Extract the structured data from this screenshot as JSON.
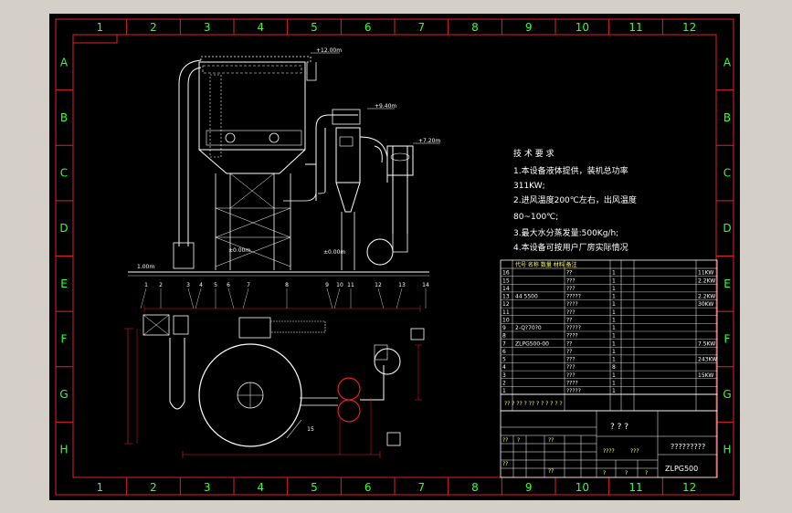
{
  "grid": {
    "columns": [
      "1",
      "2",
      "3",
      "4",
      "5",
      "6",
      "7",
      "8",
      "9",
      "10",
      "11",
      "12"
    ],
    "rows": [
      "A",
      "B",
      "C",
      "D",
      "E",
      "F",
      "G",
      "H"
    ]
  },
  "elevations": {
    "top": "+12.00m",
    "mid": "+9.40m",
    "right": "+7.20m",
    "ground": "±0.00m",
    "ground_left": "±0.00m",
    "base": "1.00m"
  },
  "callouts": [
    "1",
    "2",
    "3",
    "4",
    "5",
    "6",
    "7",
    "8",
    "9",
    "10",
    "11",
    "12",
    "13",
    "14",
    "15"
  ],
  "tech": {
    "title": "技 术 要 求",
    "lines": [
      "1.本设备液体提供，装机总功率",
      "311KW;",
      "2.进风温度200℃左右，出风温度",
      "80~100℃;",
      "3.最大水分蒸发量:500Kg/h;",
      "4.本设备可按用户厂房实际情况"
    ]
  },
  "bom": {
    "header": "代号  名称  数量  材料  备注",
    "rows": [
      {
        "no": "16",
        "code": "",
        "name": "??",
        "qty": "1",
        "power": "11KW"
      },
      {
        "no": "15",
        "code": "",
        "name": "???",
        "qty": "1",
        "power": "2.2KW"
      },
      {
        "no": "14",
        "code": "",
        "name": "???",
        "qty": "1",
        "power": ""
      },
      {
        "no": "13",
        "code": "44 5500",
        "name": "?????",
        "qty": "1",
        "power": "2.2KW"
      },
      {
        "no": "12",
        "code": "",
        "name": "????",
        "qty": "1",
        "power": "30KW"
      },
      {
        "no": "11",
        "code": "",
        "name": "???",
        "qty": "1",
        "power": ""
      },
      {
        "no": "10",
        "code": "",
        "name": "??",
        "qty": "1",
        "power": ""
      },
      {
        "no": "9",
        "code": "2-Q?70?0",
        "name": "?????",
        "qty": "1",
        "power": ""
      },
      {
        "no": "8",
        "code": "",
        "name": "????",
        "qty": "1",
        "power": ""
      },
      {
        "no": "7",
        "code": "ZLPG500-00",
        "name": "??",
        "qty": "1",
        "power": "7.5KW"
      },
      {
        "no": "6",
        "code": "",
        "name": "??",
        "qty": "1",
        "power": ""
      },
      {
        "no": "5",
        "code": "",
        "name": "???",
        "qty": "1",
        "power": "243KW"
      },
      {
        "no": "4",
        "code": "",
        "name": "???",
        "qty": "8",
        "power": ""
      },
      {
        "no": "3",
        "code": "",
        "name": "???",
        "qty": "1",
        "power": "15KW"
      },
      {
        "no": "2",
        "code": "",
        "name": "????",
        "qty": "1",
        "power": ""
      },
      {
        "no": "1",
        "code": "",
        "name": "?????",
        "qty": "1",
        "power": ""
      }
    ],
    "footer": "??  ?  ??  ? ??  ?  ? ? ? ? ?"
  },
  "title_block": {
    "marks": "? ? ?",
    "drawing_name": "?????????",
    "drawing_no": "ZLPG500",
    "cells": [
      "??",
      "?",
      "??",
      "??",
      "????",
      "???",
      "??",
      "?",
      "?",
      "?"
    ]
  },
  "colors": {
    "frame": "#e0202a",
    "line": "#ffffff",
    "grid": "#33ff33",
    "paper": "#000000"
  }
}
